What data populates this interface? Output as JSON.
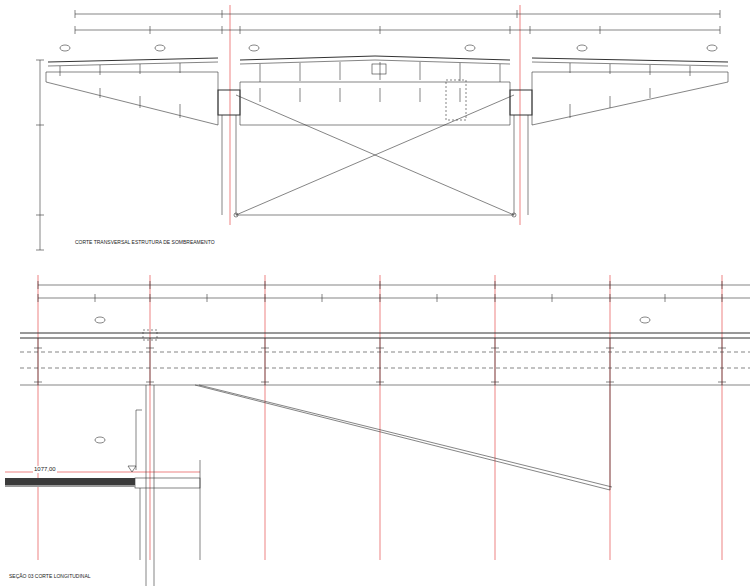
{
  "diagram": {
    "labels": [
      "CORTE TRANSVERSAL ESTRUTURA DE SOMBREAMENTO",
      "1077,00",
      "SEÇÃO 03 CORTE LONGITUDINAL"
    ]
  }
}
